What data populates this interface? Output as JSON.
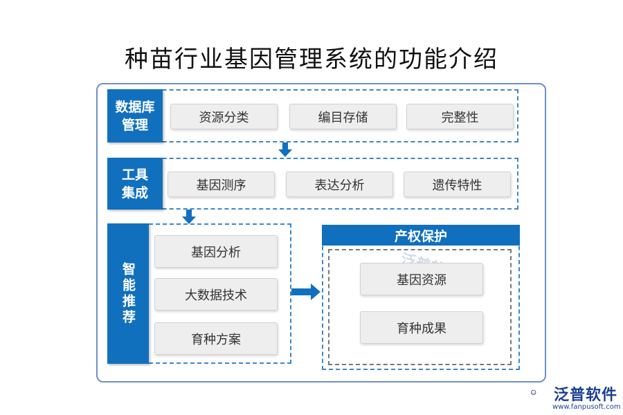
{
  "title": "种苗行业基因管理系统的功能介绍",
  "sections": {
    "database": {
      "label": "数据库\n管理",
      "items": [
        "资源分类",
        "编目存储",
        "完整性"
      ]
    },
    "tools": {
      "label": "工具\n集成",
      "items": [
        "基因测序",
        "表达分析",
        "遗传特性"
      ]
    },
    "smart": {
      "label": "智能推荐",
      "items": [
        "基因分析",
        "大数据技术",
        "育种方案"
      ]
    },
    "ip": {
      "label": "产权保护",
      "items": [
        "基因资源",
        "育种成果"
      ]
    }
  },
  "watermark": "泛普软件",
  "logo": {
    "name": "泛普软件",
    "url": "www.fanpusoft.com"
  },
  "colors": {
    "accent": "#1170bd",
    "dashed_border": "#3a86c8",
    "outer_border": "#6f8fc6",
    "logo": "#1a3f93"
  }
}
